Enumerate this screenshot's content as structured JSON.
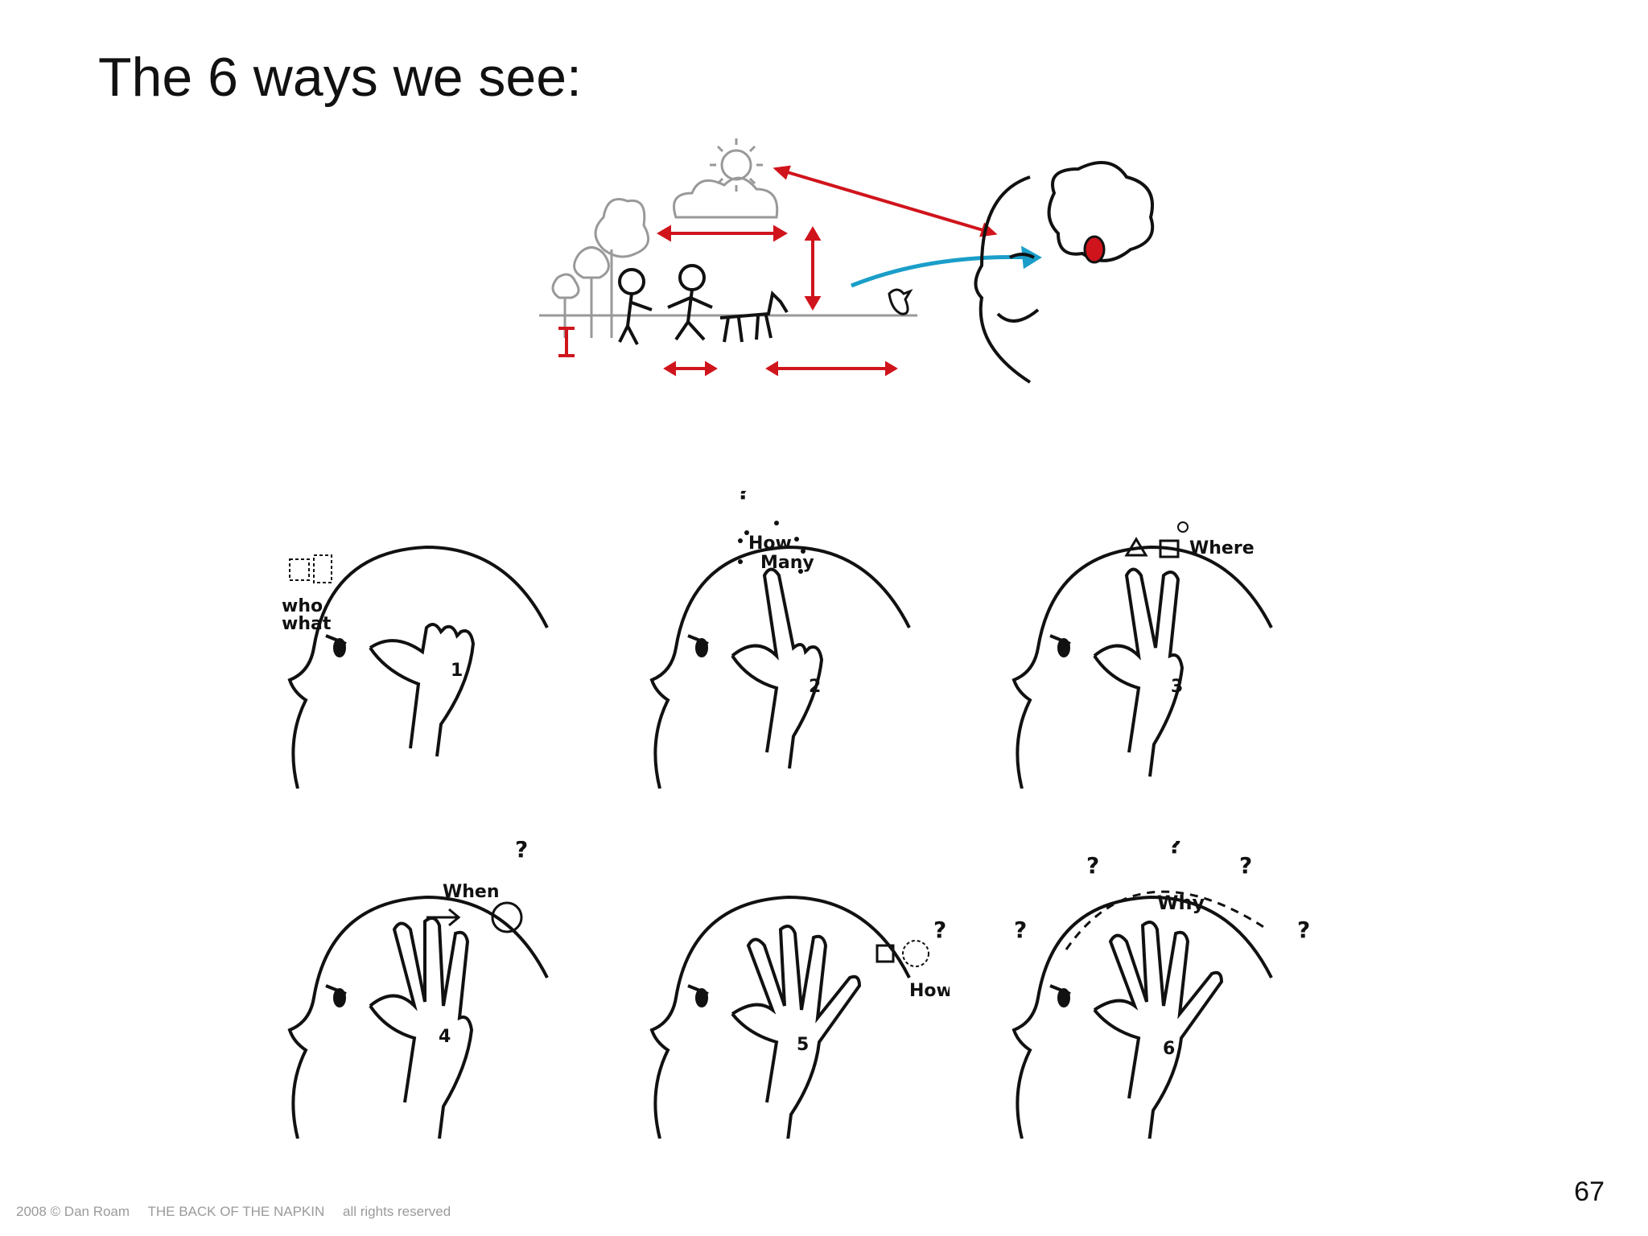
{
  "slide": {
    "title": "The 6 ways we see:",
    "page_number": "67"
  },
  "footer": {
    "copyright": "2008 © Dan Roam",
    "book": "THE BACK OF THE NAPKIN",
    "rights": "all rights reserved"
  },
  "panels": [
    {
      "number": "1",
      "words": [
        "who",
        "what"
      ]
    },
    {
      "number": "2",
      "words": [
        "How",
        "Many"
      ]
    },
    {
      "number": "3",
      "words": [
        "Where"
      ]
    },
    {
      "number": "4",
      "words": [
        "When"
      ]
    },
    {
      "number": "5",
      "words": [
        "How"
      ]
    },
    {
      "number": "6",
      "words": [
        "Why"
      ]
    }
  ],
  "colors": {
    "accent_red": "#d0141c",
    "accent_blue": "#1a9ec9",
    "ink": "#111111"
  }
}
